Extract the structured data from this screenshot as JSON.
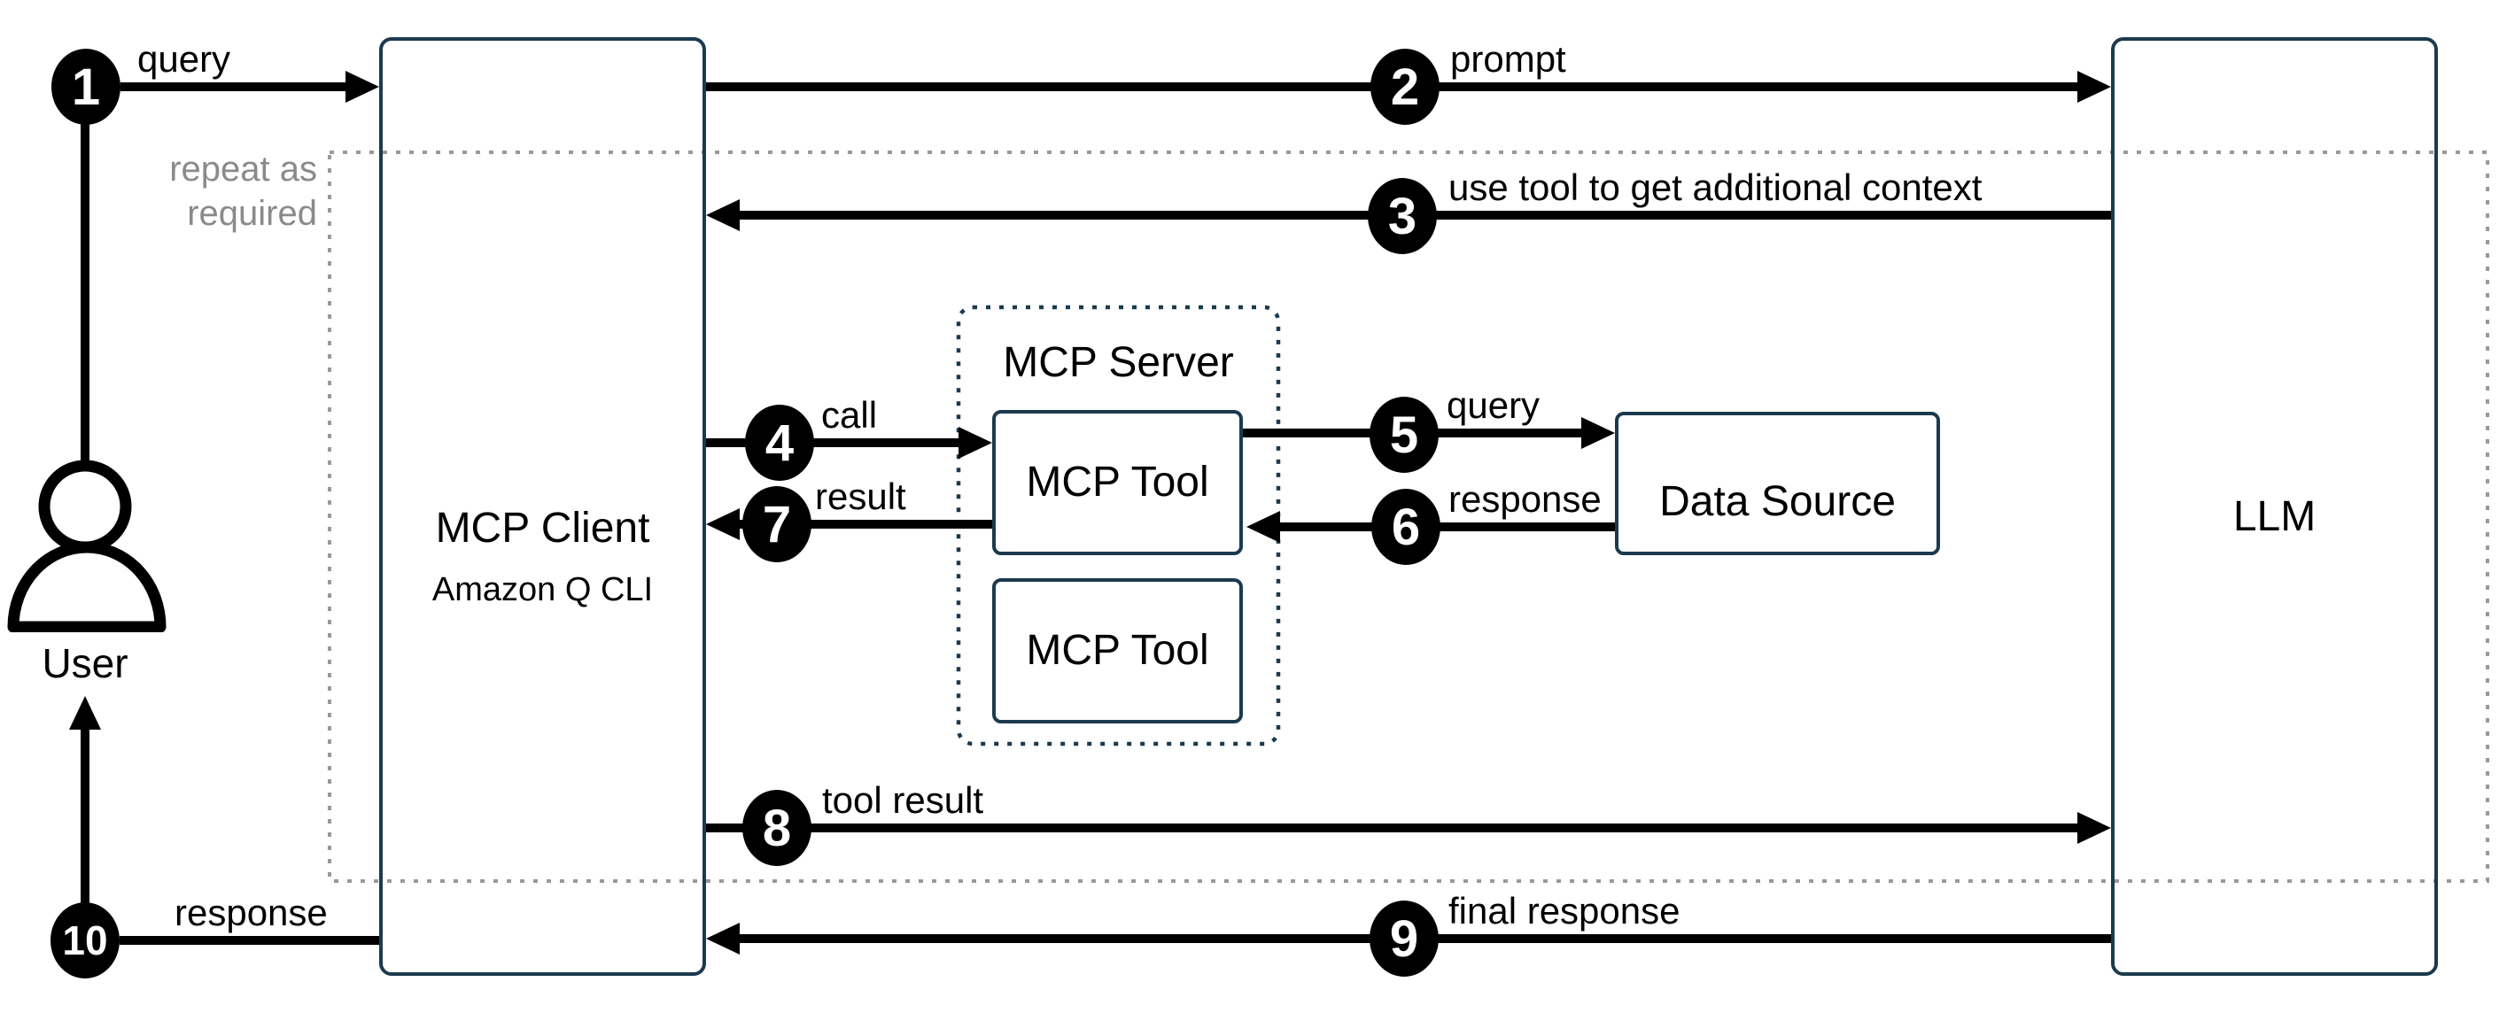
{
  "diagram": {
    "type": "mcp-architecture-flow",
    "nodes": {
      "user": {
        "label": "User"
      },
      "mcp_client": {
        "title": "MCP Client",
        "subtitle": "Amazon Q CLI"
      },
      "mcp_server": {
        "title": "MCP Server"
      },
      "mcp_tool_1": {
        "label": "MCP Tool"
      },
      "mcp_tool_2": {
        "label": "MCP Tool"
      },
      "data_source": {
        "label": "Data Source"
      },
      "llm": {
        "label": "LLM"
      }
    },
    "repeat_region": {
      "line1": "repeat as",
      "line2": "required"
    },
    "flows": [
      {
        "step": "1",
        "label": "query",
        "from": "User",
        "to": "MCP Client"
      },
      {
        "step": "2",
        "label": "prompt",
        "from": "MCP Client",
        "to": "LLM"
      },
      {
        "step": "3",
        "label": "use tool to get additional context",
        "from": "LLM",
        "to": "MCP Client"
      },
      {
        "step": "4",
        "label": "call",
        "from": "MCP Client",
        "to": "MCP Tool"
      },
      {
        "step": "5",
        "label": "query",
        "from": "MCP Tool",
        "to": "Data Source"
      },
      {
        "step": "6",
        "label": "response",
        "from": "Data Source",
        "to": "MCP Tool"
      },
      {
        "step": "7",
        "label": "result",
        "from": "MCP Tool",
        "to": "MCP Client"
      },
      {
        "step": "8",
        "label": "tool result",
        "from": "MCP Client",
        "to": "LLM"
      },
      {
        "step": "9",
        "label": "final response",
        "from": "LLM",
        "to": "MCP Client"
      },
      {
        "step": "10",
        "label": "response",
        "from": "MCP Client",
        "to": "User"
      }
    ],
    "colors": {
      "stroke": "#000000",
      "node_border": "#1b3a4e",
      "repeat_border": "#999999",
      "repeat_text": "#8a8a8a",
      "badge_bg": "#000000",
      "badge_text": "#ffffff"
    }
  }
}
